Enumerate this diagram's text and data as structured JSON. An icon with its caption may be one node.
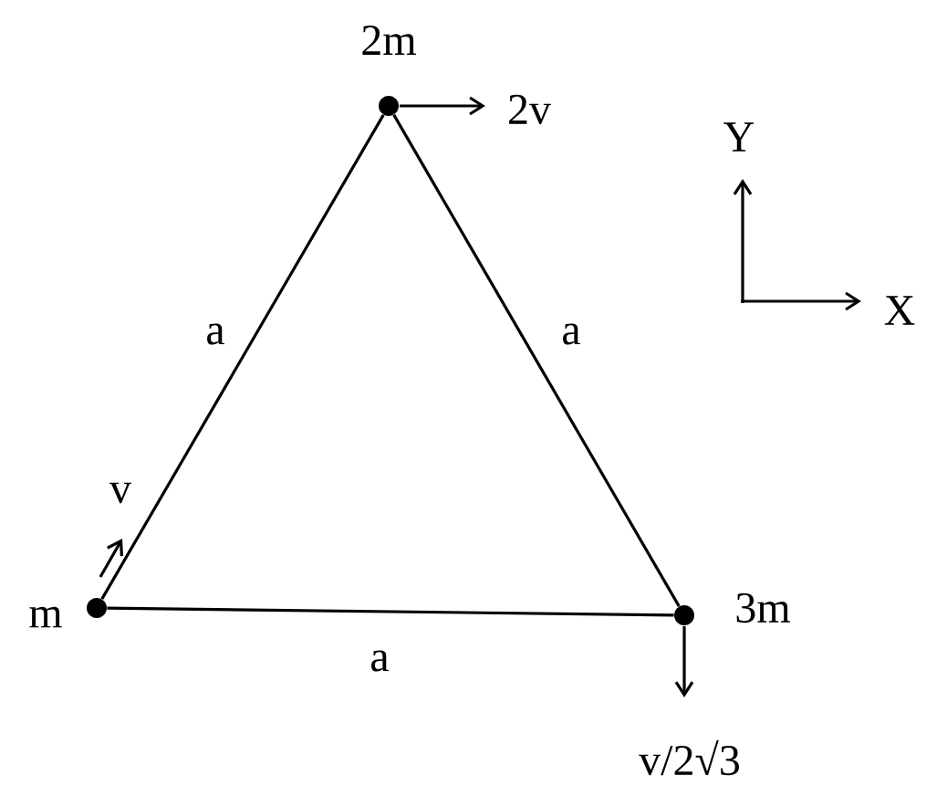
{
  "diagram": {
    "nodes": [
      {
        "text": [],
        "shape": "circle",
        "beside": [
          "2m"
        ]
      },
      {
        "text": [],
        "shape": "circle",
        "beside": [
          "m"
        ]
      },
      {
        "text": [],
        "shape": "circle",
        "beside": [
          "3m"
        ]
      }
    ],
    "edges": [
      {
        "from": 1,
        "to": 0,
        "arrow": "none",
        "label": "a"
      },
      {
        "from": 0,
        "to": 2,
        "arrow": "none",
        "label": "a"
      },
      {
        "from": 1,
        "to": 2,
        "arrow": "none",
        "label": "a"
      }
    ],
    "labels": [
      "2v",
      "Y",
      "X",
      "v",
      "v/2√3"
    ]
  }
}
